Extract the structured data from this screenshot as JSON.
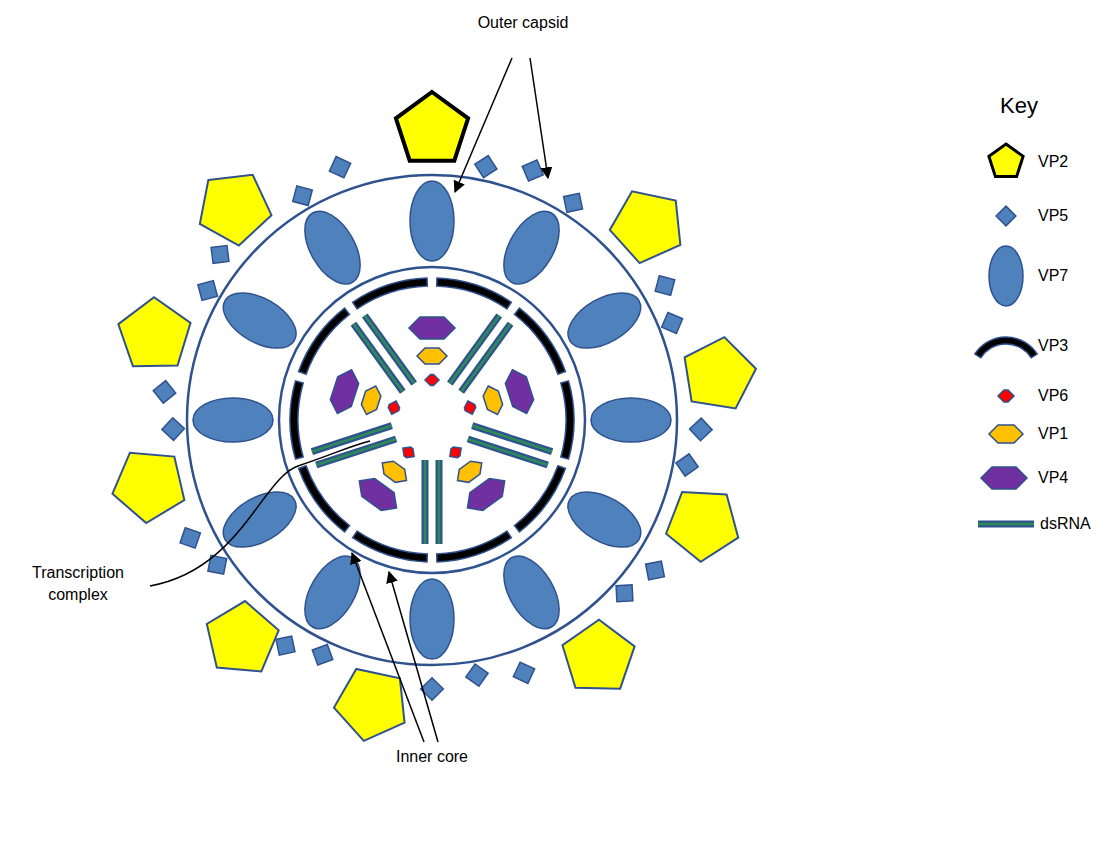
{
  "diagram": {
    "labels": [
      "Outer capsid",
      "Transcription complex",
      "Inner core",
      "Key"
    ],
    "legend": [
      {
        "text": "VP2"
      },
      {
        "text": "VP5"
      },
      {
        "text": "VP7"
      },
      {
        "text": "VP3"
      },
      {
        "text": "VP6"
      },
      {
        "text": "VP1"
      },
      {
        "text": "VP4"
      },
      {
        "text": "dsRNA"
      }
    ]
  }
}
